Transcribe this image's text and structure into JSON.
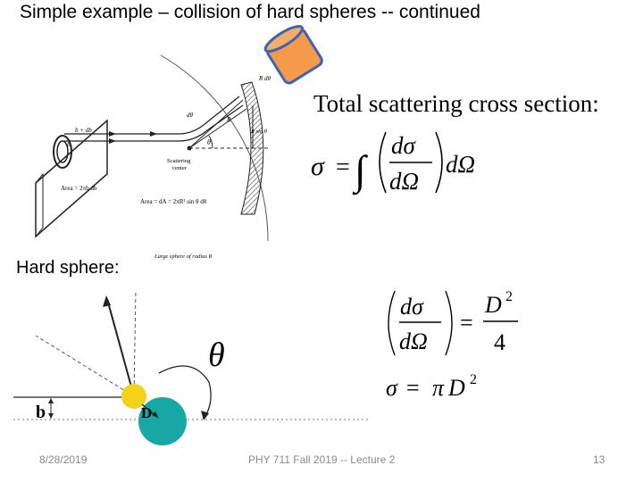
{
  "slide": {
    "title": "Simple example – collision of hard spheres -- continued",
    "section_label": "Hard sphere:",
    "heading": "Total scattering cross section:"
  },
  "top_diagram": {
    "labels": {
      "b_db": "b + db",
      "b": "b",
      "dtheta": "dθ",
      "R": "R",
      "R_dtheta": "R dθ",
      "theta": "θ",
      "R_sin_theta": "R sin θ",
      "scattering_center": [
        "Scattering",
        "center"
      ],
      "area_ring": "Area = 2πb db",
      "area_sphere": "Area = dA = 2πR² sin θ dθ",
      "large_sphere": "Large sphere of radius R"
    }
  },
  "equations": {
    "total": {
      "sigma": "σ",
      "eq": "=",
      "integral": "∫",
      "num": "dσ",
      "den": "dΩ",
      "dOmega": "dΩ"
    },
    "diff": {
      "num": "dσ",
      "den": "dΩ",
      "eq": "=",
      "rhs_num": "D",
      "rhs_exp": "2",
      "rhs_den": "4"
    },
    "hard": {
      "sigma": "σ",
      "eq": "=",
      "pi": "π",
      "D": "D",
      "exp": "2"
    }
  },
  "bottom_diagram": {
    "theta": "θ",
    "b_label": "b",
    "D_label": "D",
    "colors": {
      "small_sphere": "#f3d21a",
      "large_sphere": "#17a8a6",
      "detector": "#f59a4a",
      "detector_outline": "#3f63b5"
    }
  },
  "footer": {
    "date": "8/28/2019",
    "course": "PHY 711 Fall 2019 -- Lecture 2",
    "page": "13"
  }
}
